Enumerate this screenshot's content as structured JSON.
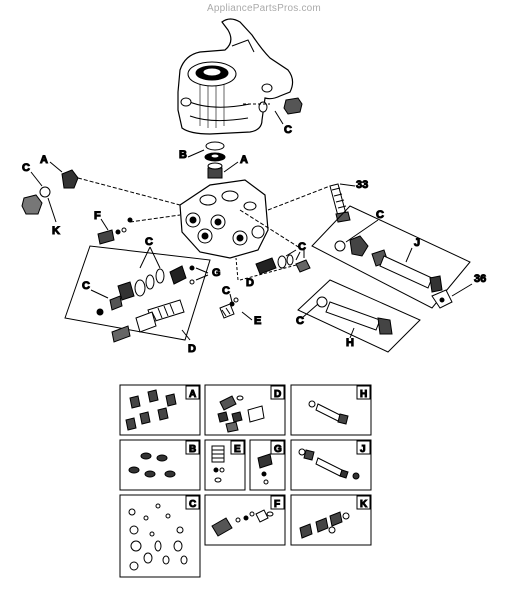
{
  "watermark": "AppliancePartsPros.com",
  "callouts": {
    "a1": "A",
    "a2": "A",
    "b": "B",
    "c_top": "C",
    "c_left": "C",
    "k": "K",
    "f": "F",
    "c_mid": "C",
    "g": "G",
    "c_g": "C",
    "d_inner": "D",
    "e": "E",
    "c_left2": "C",
    "d_box": "D",
    "n33": "33",
    "c_right": "C",
    "c_right2": "C",
    "j": "J",
    "n36": "36",
    "c_h": "C",
    "h": "H"
  },
  "kits": [
    {
      "id": "kit-a",
      "label": "A"
    },
    {
      "id": "kit-d",
      "label": "D"
    },
    {
      "id": "kit-h",
      "label": "H"
    },
    {
      "id": "kit-b",
      "label": "B"
    },
    {
      "id": "kit-e",
      "label": "E"
    },
    {
      "id": "kit-g",
      "label": "G"
    },
    {
      "id": "kit-j",
      "label": "J"
    },
    {
      "id": "kit-c",
      "label": "C"
    },
    {
      "id": "kit-f",
      "label": "F"
    },
    {
      "id": "kit-k",
      "label": "K"
    }
  ]
}
